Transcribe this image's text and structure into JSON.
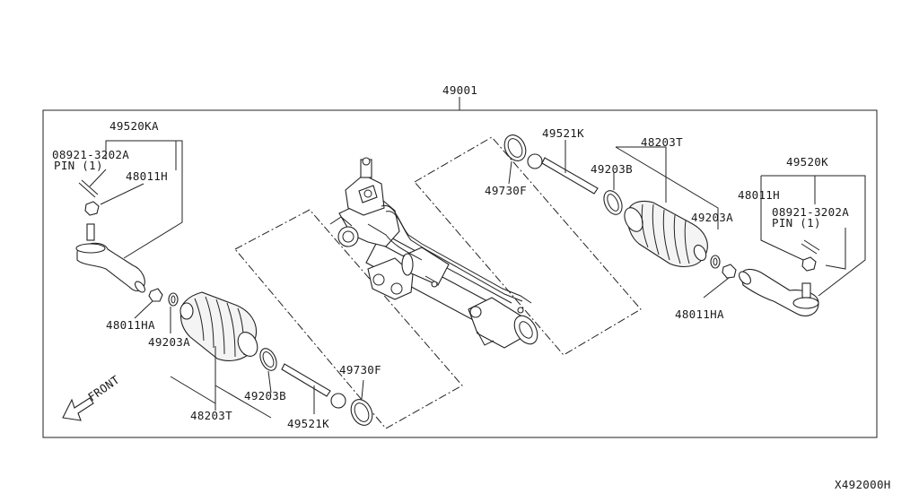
{
  "diagram": {
    "assembly_label": "49001",
    "figure_code": "X492000H",
    "front_label": "FRONT",
    "labels": {
      "tie_rod_end_left": "49520KA",
      "bolt_spec_left": "08921-3202A",
      "pin_left": "PIN (1)",
      "cotter_left": "48011H",
      "nut_left": "48011HA",
      "boot_clamp_small_left": "49203A",
      "boot_left": "48203T",
      "boot_clamp_large_left": "49203B",
      "inner_tie_rod_left": "49521K",
      "lock_ring_left": "49730F",
      "lock_ring_right": "49730F",
      "inner_tie_rod_right": "49521K",
      "boot_clamp_large_right": "49203B",
      "boot_right": "48203T",
      "boot_clamp_small_right": "49203A",
      "nut_right": "48011HA",
      "cotter_right": "48011H",
      "tie_rod_end_right": "49520K",
      "bolt_spec_right": "08921-3202A",
      "pin_right": "PIN (1)"
    }
  }
}
